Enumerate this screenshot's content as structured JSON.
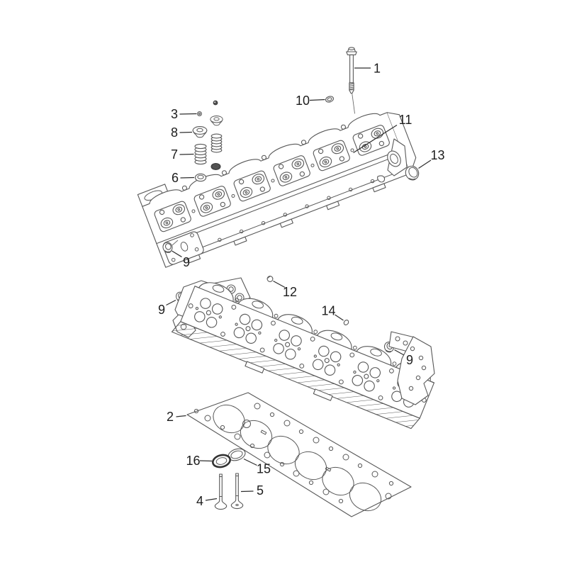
{
  "diagram": {
    "background": "#ffffff",
    "art_line_color": "#585858",
    "leader_line_color": "#2f2f2f",
    "label_color": "#1c1c1c",
    "callouts": {
      "c1": "1",
      "c2": "2",
      "c3": "3",
      "c4": "4",
      "c5": "5",
      "c6": "6",
      "c7": "7",
      "c8": "8",
      "c9a": "9",
      "c9b": "9",
      "c9c": "9",
      "c10": "10",
      "c11": "11",
      "c12": "12",
      "c13": "13",
      "c14": "14",
      "c15": "15",
      "c16": "16"
    }
  }
}
